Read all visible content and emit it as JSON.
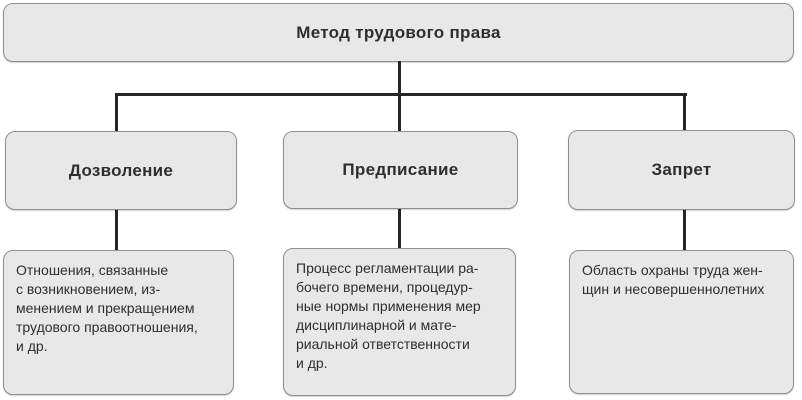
{
  "diagram": {
    "title": "Метод трудового права",
    "colors": {
      "background": "#ffffff",
      "box_fill": "#e9e8e8",
      "box_border": "#8f8f8f",
      "connector_line": "#262626",
      "text": "#2e2e2e"
    },
    "root": {
      "label": "Метод трудового права"
    },
    "branches": [
      {
        "label": "Дозволение",
        "description": "Отношения, связанные\nс возникновением, из-\nменением и прекращением\nтрудового правоотношения,\nи др."
      },
      {
        "label": "Предписание",
        "description": "Процесс регламентации ра-\nбочего времени, процедур-\nные нормы применения мер\nдисциплинарной и мате-\nриальной ответственности\nи др."
      },
      {
        "label": "Запрет",
        "description": "Область охраны труда жен-\nщин и несовершеннолетних"
      }
    ]
  }
}
